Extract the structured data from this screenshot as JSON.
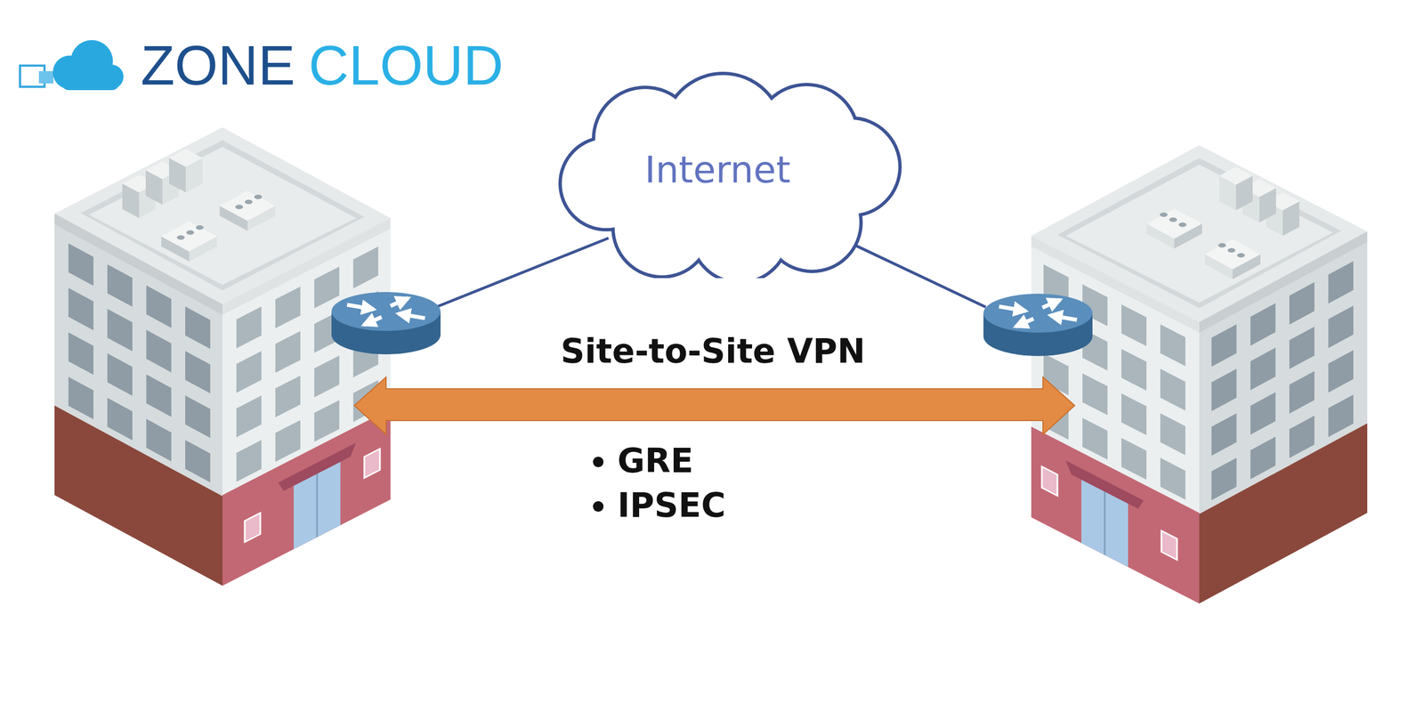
{
  "diagram": {
    "nodes": [
      {
        "text": [
          "Internet"
        ]
      }
    ],
    "labels": [
      "ZONE",
      "CLOUD",
      "Site-to-Site VPN",
      "GRE",
      "IPSEC"
    ]
  }
}
